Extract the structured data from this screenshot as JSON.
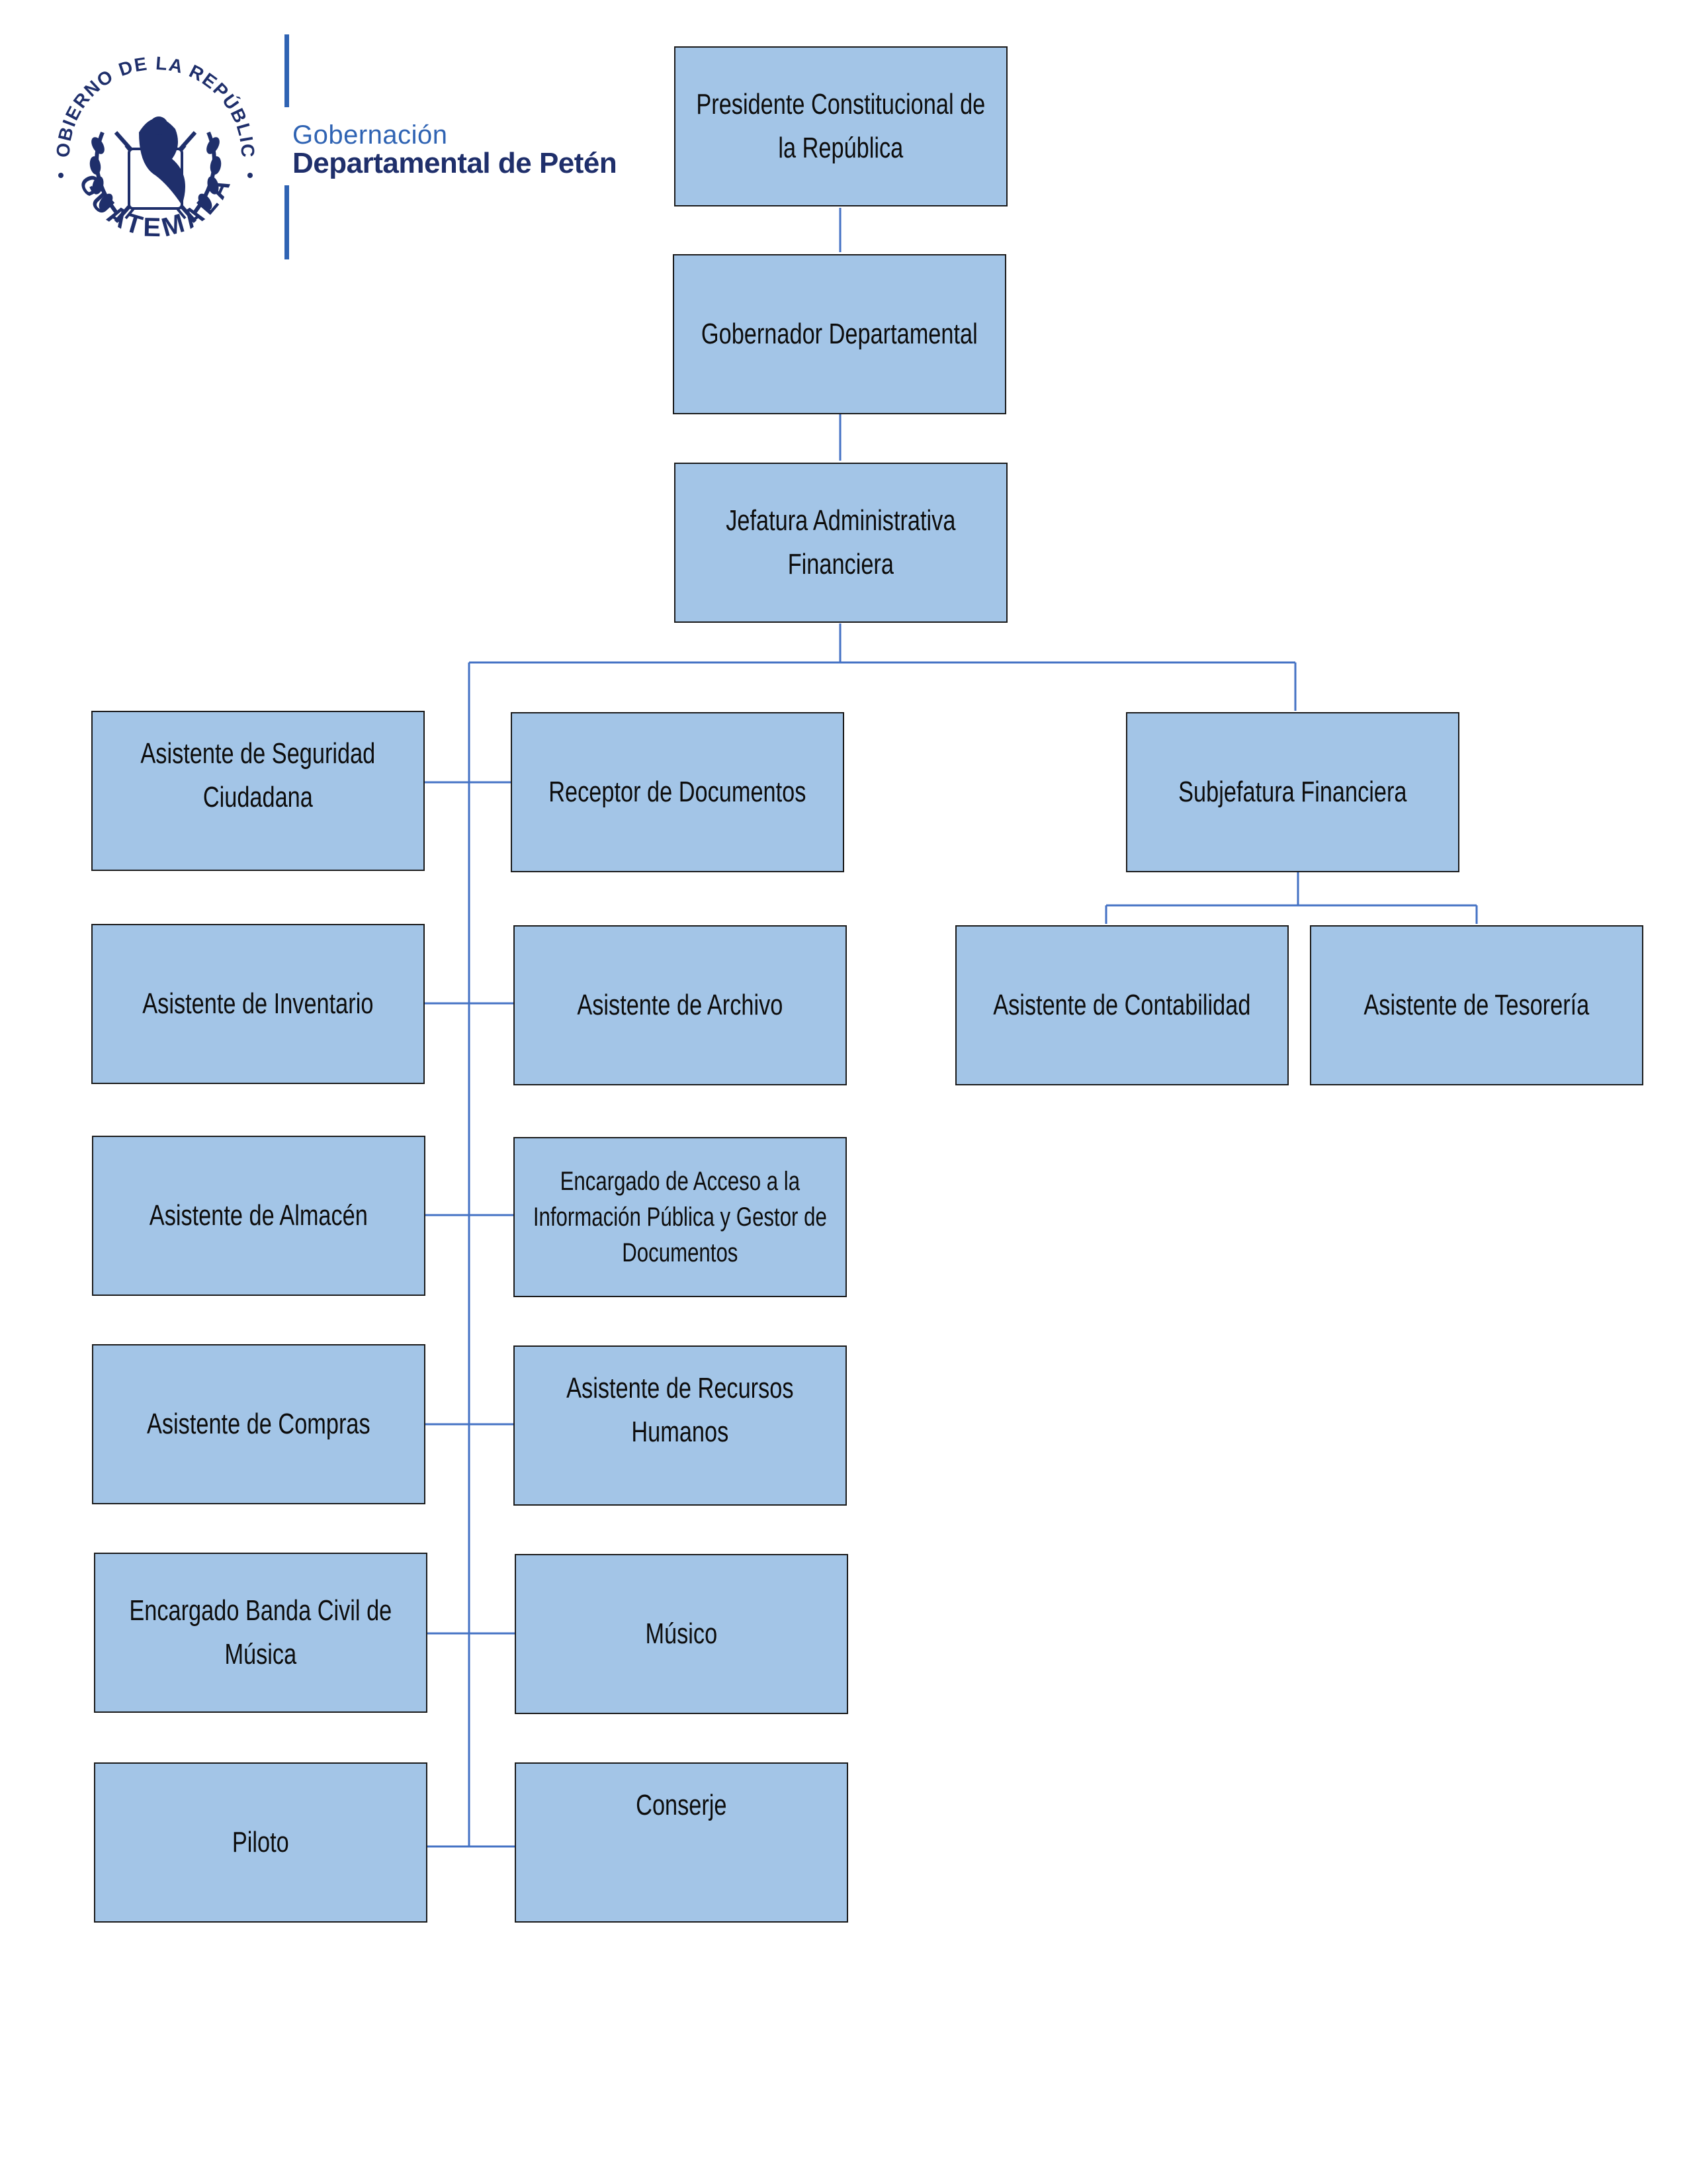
{
  "header": {
    "seal_text_top": "GOBIERNO DE LA REPÚBLICA",
    "seal_text_bottom": "GUATEMALA",
    "logo_line1": "Gobernación",
    "logo_line2": "Departamental de Petén"
  },
  "colors": {
    "box_fill": "#a3c5e7",
    "box_border": "#1a1a1a",
    "connector": "#4472c4",
    "brand_blue": "#2f63b3",
    "brand_navy": "#1f2f6b"
  },
  "org": {
    "president": "Presidente Constitucional de la República",
    "governor": "Gobernador Departamental",
    "admin_head": "Jefatura Administrativa Financiera",
    "left_column": [
      "Asistente de Seguridad Ciudadana",
      "Asistente de Inventario",
      "Asistente de Almacén",
      "Asistente de Compras",
      "Encargado Banda Civil de Música",
      "Piloto"
    ],
    "middle_column": [
      "Receptor de Documentos",
      "Asistente de Archivo",
      "Encargado de Acceso a la Información Pública y Gestor de Documentos",
      "Asistente de Recursos Humanos",
      "Músico",
      "Conserje"
    ],
    "finance_sub": "Subjefatura Financiera",
    "finance_children": [
      "Asistente de Contabilidad",
      "Asistente de Tesorería"
    ]
  }
}
